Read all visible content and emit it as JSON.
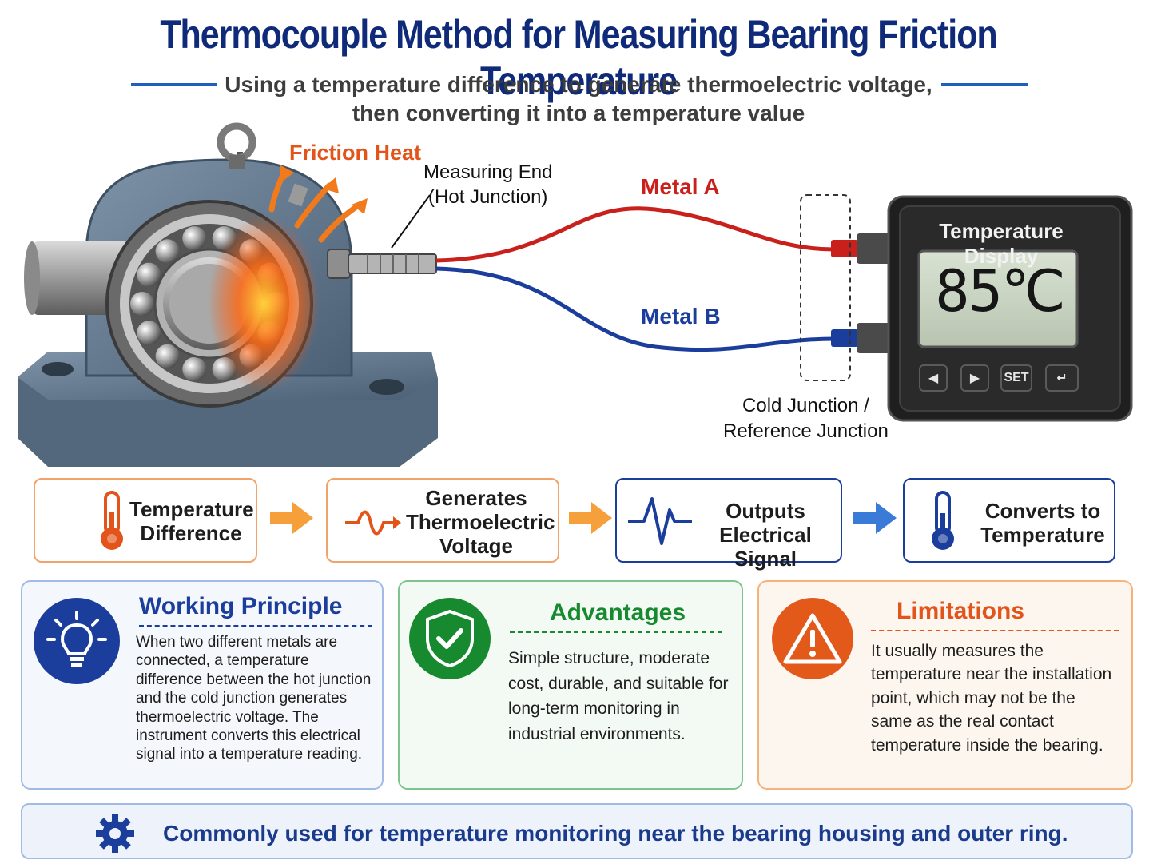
{
  "title": "Thermocouple Method for Measuring Bearing Friction Temperature",
  "subtitle_line1": "Using a temperature difference to generate thermoelectric voltage,",
  "subtitle_line2": "then converting it into a temperature value",
  "diagram": {
    "friction_heat": "Friction Heat",
    "measuring_end_line1": "Measuring End",
    "measuring_end_line2": "(Hot Junction)",
    "metal_a": "Metal A",
    "metal_b": "Metal B",
    "cold_junction_line1": "Cold Junction /",
    "cold_junction_line2": "Reference Junction",
    "display_title": "Temperature Display",
    "display_reading": "85℃",
    "key_set": "SET"
  },
  "process": [
    {
      "line1": "Temperature",
      "line2": "Difference",
      "line3": ""
    },
    {
      "line1": "Generates",
      "line2": "Thermoelectric",
      "line3": "Voltage"
    },
    {
      "line1": "Outputs",
      "line2": "Electrical Signal",
      "line3": ""
    },
    {
      "line1": "Converts to",
      "line2": "Temperature",
      "line3": ""
    }
  ],
  "working_principle": {
    "heading": "Working Principle",
    "body": "When two different metals are connected, a temperature difference between the hot junction and the cold junction generates thermoelectric voltage. The instrument converts this electrical signal into a temperature reading."
  },
  "advantages": {
    "heading": "Advantages",
    "body": "Simple structure, moderate cost, durable, and suitable for long-term monitoring in industrial environments."
  },
  "limitations": {
    "heading": "Limitations",
    "body": "It usually measures the temperature near the installation point, which may not be the same as the real contact temperature inside the bearing."
  },
  "footer": "Commonly used for temperature monitoring near the bearing housing and outer ring.",
  "colors": {
    "title": "#0f2a78",
    "orange": "#f07a1c",
    "blue": "#1b3d9c",
    "green": "#178a2f",
    "red": "#c9201c"
  }
}
